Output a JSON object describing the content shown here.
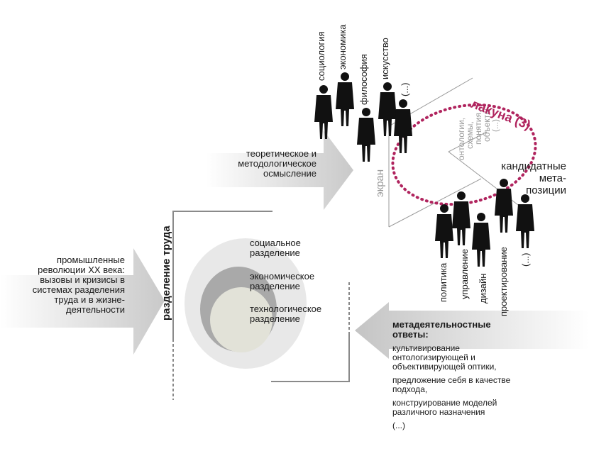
{
  "left_text": {
    "lines": [
      "промышленные",
      "революции XX века:",
      "вызовы и кризисы в",
      "системах разделения",
      "труда и в жизне-",
      "деятельности"
    ]
  },
  "theory_text": {
    "lines": [
      "теоретическое и",
      "методологическое",
      "осмысление"
    ]
  },
  "division": {
    "label": "разделение труда",
    "social": [
      "социальное",
      "разделение"
    ],
    "economic": [
      "экономическое",
      "разделение"
    ],
    "technological": [
      "технологическое",
      "разделение"
    ]
  },
  "disciplines_top": [
    "социология",
    "экономика",
    "философия",
    "искусство",
    "(...)"
  ],
  "disciplines_bottom": [
    "политика",
    "управление",
    "дизайн",
    "проектирование",
    "(...)"
  ],
  "screen_label": "экран",
  "ontology_lines": [
    "онтологии,",
    "схемы,",
    "понятия,",
    "объекты",
    "(...)"
  ],
  "lacuna_label": "лакуна (3)",
  "candidate_lines": [
    "кандидатные",
    "мета-",
    "позиции"
  ],
  "meta": {
    "title": [
      "метадеятельностные",
      "ответы:"
    ],
    "items": [
      [
        "культивирование",
        "онтологизирующей и",
        "объективирующей оптики,"
      ],
      [
        "предложение себя в качестве",
        "подхода,"
      ],
      [
        "конструирование моделей",
        "различного назначения"
      ],
      [
        "(...)"
      ]
    ]
  },
  "colors": {
    "lacuna": "#b0245e",
    "arrow_light": "#e6e6e6",
    "arrow_dark": "#cfcfcf",
    "ellipse_outer": "#e8e8e8",
    "ellipse_mid": "#a9a9a9",
    "ellipse_inner": "#e2e2d8"
  }
}
